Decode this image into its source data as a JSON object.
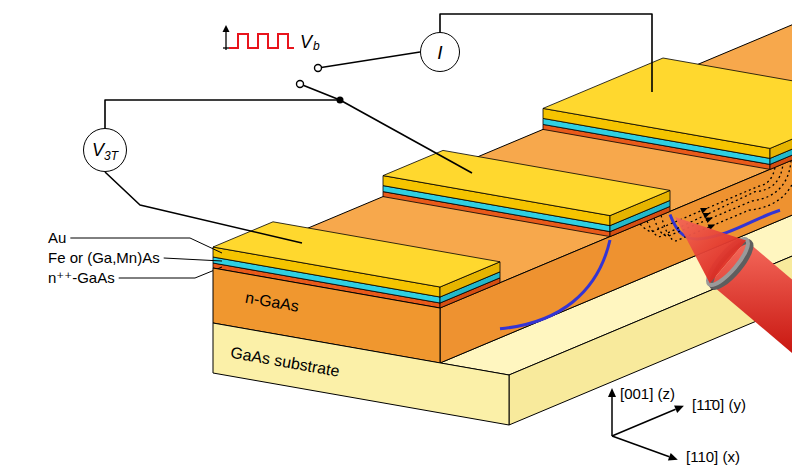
{
  "diagram": {
    "nodes": [
      {
        "text": [
          "I"
        ]
      },
      {
        "text": [
          "V",
          "3T"
        ]
      },
      {
        "text": [
          "n-GaAs"
        ]
      },
      {
        "text": [
          "GaAs substrate"
        ]
      }
    ],
    "labels": [
      "V",
      "b",
      "Au",
      "Fe or (Ga,Mn)As",
      "n⁺⁺-GaAs",
      "[001] (z)",
      "[11̄0] (y)",
      "[110] (x)"
    ]
  }
}
